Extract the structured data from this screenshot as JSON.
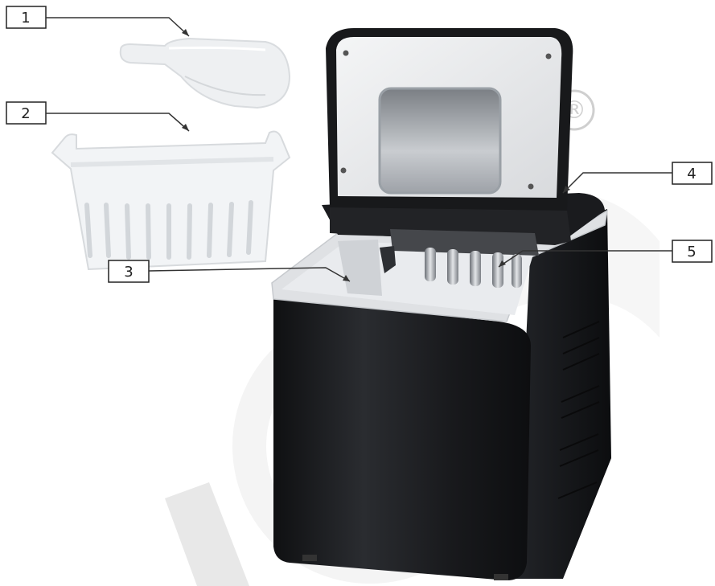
{
  "callouts": [
    {
      "id": "1",
      "text": "1"
    },
    {
      "id": "2",
      "text": "2"
    },
    {
      "id": "3",
      "text": "3"
    },
    {
      "id": "4",
      "text": "4"
    },
    {
      "id": "5",
      "text": "5"
    }
  ],
  "watermark": {
    "registered_mark": "®"
  },
  "colors": {
    "body": "#1c1d20",
    "trim": "#d9dbde",
    "basket": "#f2f4f6",
    "scoop": "#eef0f2",
    "watermark": "#c8c8c8",
    "callout_line": "#333333"
  }
}
